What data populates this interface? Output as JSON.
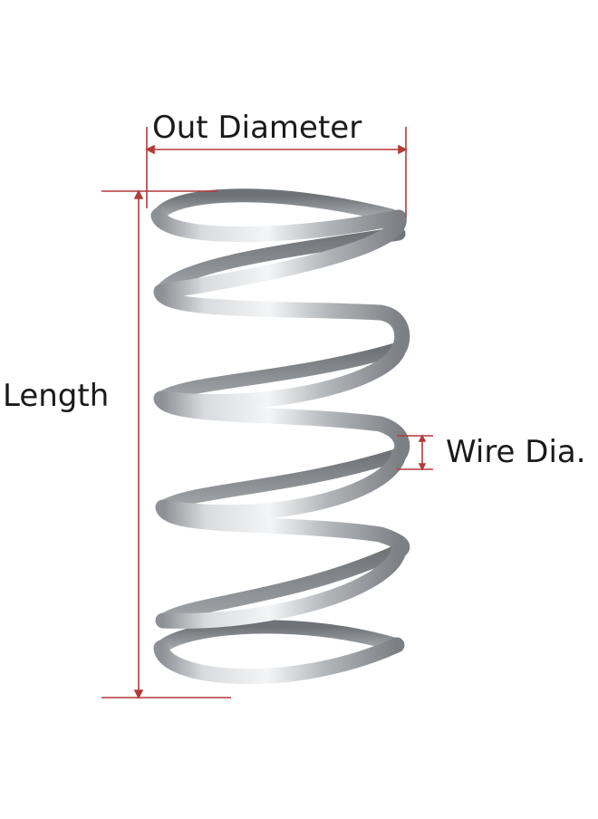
{
  "labels": {
    "out_diameter": "Out Diameter",
    "length": "Length",
    "wire_dia": "Wire Dia."
  },
  "colors": {
    "dimension_line": "#b23a3a",
    "spring_steel": "#b9bcc0",
    "label_text": "#1a1a1a"
  }
}
